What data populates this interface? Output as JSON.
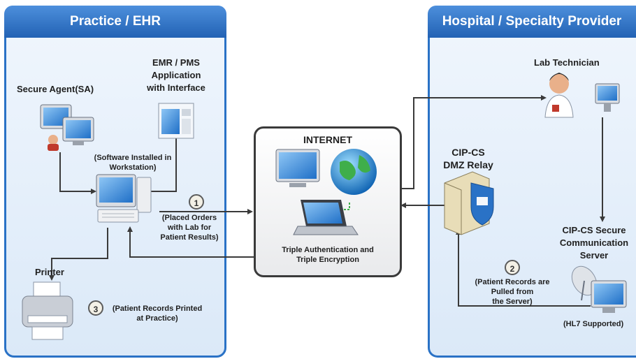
{
  "practice": {
    "title": "Practice / EHR",
    "secure_agent": "Secure Agent(SA)",
    "emr_line1": "EMR / PMS",
    "emr_line2": "Application",
    "emr_line3": "with Interface",
    "software_line1": "(Software Installed in",
    "software_line2": "Workstation)",
    "printer": "Printer"
  },
  "hospital": {
    "title": "Hospital / Specialty Provider",
    "lab_tech": "Lab Technician",
    "dmz_line1": "CIP-CS",
    "dmz_line2": "DMZ Relay",
    "secure_line1": "CIP-CS Secure",
    "secure_line2": "Communication",
    "secure_line3": "Server",
    "hl7": "(HL7 Supported)"
  },
  "internet": {
    "title": "INTERNET",
    "caption_line1": "Triple Authentication and",
    "caption_line2": "Triple Encryption"
  },
  "steps": [
    {
      "number": "1",
      "lines": [
        "(Placed Orders",
        "with Lab for",
        "Patient Results)"
      ]
    },
    {
      "number": "2",
      "lines": [
        "(Patient Records are",
        "Pulled from",
        "the Server)"
      ]
    },
    {
      "number": "3",
      "lines": [
        "(Patient Records Printed",
        "at Practice)"
      ]
    }
  ]
}
